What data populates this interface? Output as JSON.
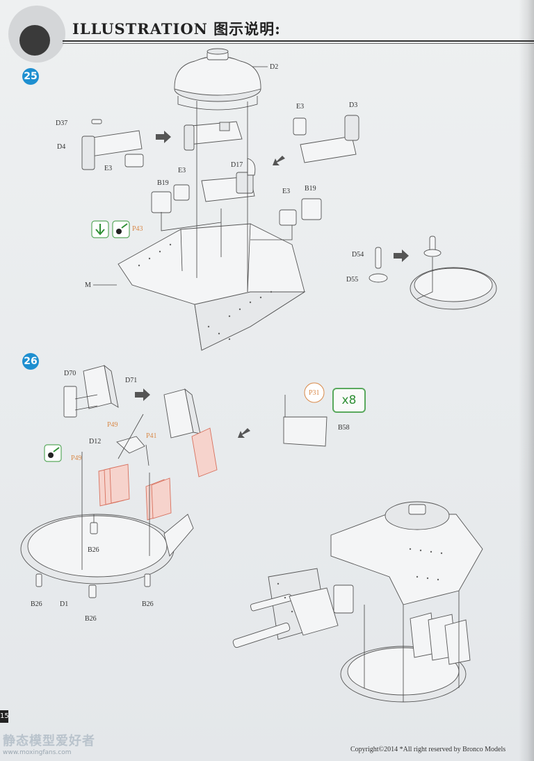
{
  "header": {
    "title": "ILLUSTRATION 图示说明:"
  },
  "steps": [
    {
      "number": "25"
    },
    {
      "number": "26"
    }
  ],
  "labels_step25": {
    "d2": "D2",
    "d37": "D37",
    "d4": "D4",
    "e3_left": "E3",
    "e3_top_right": "E3",
    "d3": "D3",
    "d17": "D17",
    "b19_left": "B19",
    "e3_mid": "E3",
    "e3_right": "E3",
    "b19_right": "B19",
    "p43": "P43",
    "m": "M",
    "d54": "D54",
    "d55": "D55"
  },
  "labels_step26": {
    "d70": "D70",
    "d71": "D71",
    "p31": "P31",
    "x8": "x8",
    "b58": "B58",
    "p49_top": "P49",
    "d12": "D12",
    "p41": "P41",
    "p49_bottom": "P49",
    "b26_center": "B26",
    "b26_left": "B26",
    "d1": "D1",
    "b26_bottom": "B26",
    "b26_right": "B26"
  },
  "footer": {
    "copyright": "Copyright©2014  *All right reserved by Bronco Models",
    "page_number": "15"
  },
  "watermark": {
    "chinese": "静态模型爱好者",
    "url": "www.moxingfans.com"
  },
  "colors": {
    "step_badge": "#1e8fd0",
    "accent_green": "#5aa95e",
    "label_orange": "#d98a4a",
    "highlight_pink": "#d7705d"
  },
  "icons": [
    "down-arrow-icon",
    "glue-drop-icon"
  ]
}
